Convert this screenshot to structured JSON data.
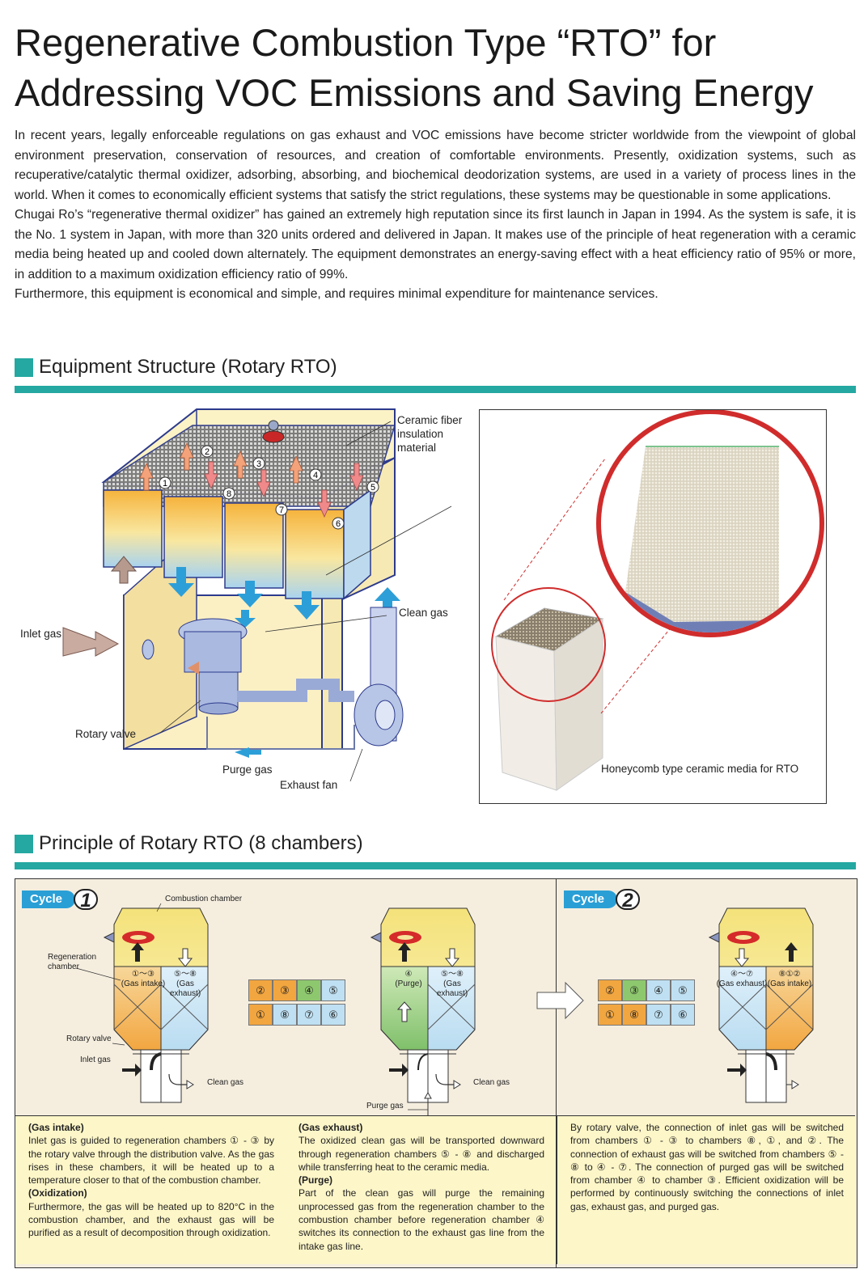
{
  "title": {
    "line1": "Regenerative Combustion Type “RTO” for",
    "line2": "Addressing VOC Emissions and Saving Energy"
  },
  "intro": {
    "p1": "In recent years, legally enforceable regulations on gas exhaust and VOC emissions have become stricter worldwide from the viewpoint of global environment preservation, conservation of resources, and creation of comfortable environments. Presently, oxidization systems, such as recuperative/catalytic thermal oxidizer, adsorbing, absorbing, and biochemical deodorization systems, are used in a variety of process lines in the world. When it comes to economically efficient systems that satisfy the strict regulations, these systems may be questionable in some applications.",
    "p2": "Chugai Ro’s “regenerative thermal oxidizer” has gained an extremely high reputation since its first launch in Japan in 1994. As the system is safe, it is the No. 1 system in Japan, with more than 320 units ordered and delivered in Japan. It makes use of the principle of heat regeneration with a ceramic media being heated up and cooled down alternately. The equipment demonstrates an energy-saving effect with a heat efficiency ratio of 95% or more, in addition to a maximum oxidization efficiency ratio of 99%.",
    "p3": "Furthermore, this equipment is economical and simple, and requires minimal expenditure for maintenance services."
  },
  "structure": {
    "heading": "Equipment Structure (Rotary RTO)",
    "labels": {
      "ceramic_1": "Ceramic fiber",
      "ceramic_2": "insulation",
      "ceramic_3": "material",
      "clean_gas": "Clean gas",
      "inlet_gas": "Inlet gas",
      "rotary_valve": "Rotary valve",
      "purge_gas": "Purge gas",
      "exhaust_fan": "Exhaust fan"
    },
    "chamber_numbers": [
      "1",
      "2",
      "3",
      "4",
      "5",
      "6",
      "7",
      "8"
    ],
    "photo_caption": "Honeycomb type ceramic media for RTO"
  },
  "principle": {
    "heading": "Principle of Rotary RTO (8 chambers)",
    "cycle_label": "Cycle",
    "cycle1_num": "1",
    "cycle2_num": "2",
    "labels": {
      "combustion_chamber": "Combustion chamber",
      "regeneration_1": "Regeneration",
      "regeneration_2": "chamber",
      "rotary_valve": "Rotary valve",
      "inlet_gas": "Inlet gas",
      "clean_gas": "Clean gas",
      "purge_gas": "Purge gas"
    },
    "diagramA": {
      "left_num": "①～③",
      "left_name": "(Gas intake)",
      "right_num": "⑤～⑧",
      "right_name": "(Gas exhaust)"
    },
    "diagramB": {
      "left_num": "④",
      "left_name": "(Purge)",
      "right_num": "⑤～⑧",
      "right_name": "(Gas exhaust)"
    },
    "diagramC": {
      "left_num": "④～⑦",
      "left_name": "(Gas exhaust)",
      "right_num": "⑧①②",
      "right_name": "(Gas intake)"
    },
    "grid1": {
      "top": [
        "②",
        "③",
        "④",
        "⑤"
      ],
      "bottom": [
        "①",
        "⑧",
        "⑦",
        "⑥"
      ]
    },
    "grid2": {
      "top": [
        "②",
        "③",
        "④",
        "⑤"
      ],
      "bottom": [
        "①",
        "⑧",
        "⑦",
        "⑥"
      ]
    },
    "colors": {
      "intake": "#f2a640",
      "exhaust": "#bfe0f2",
      "purge": "#8ec86e"
    }
  },
  "descriptions": {
    "col1": {
      "h1": "(Gas intake)",
      "t1a": "Inlet gas is guided to regeneration chambers ① - ③ by the rotary valve through the distribution valve. As the gas rises in these chambers, it will be heated up to a temperature closer to that of the combustion chamber.",
      "h2": "(Oxidization)",
      "t2": "Furthermore, the gas will be heated up to 820°C in the combustion chamber, and the exhaust gas will be purified as a result of decomposition through oxidization."
    },
    "col2": {
      "h1": "(Gas exhaust)",
      "t1": "The oxidized clean gas will be transported downward through regeneration chambers ⑤ - ⑧ and discharged while transferring heat to the ceramic media.",
      "h2": "(Purge)",
      "t2": "Part of the clean gas will purge the remaining unprocessed gas from the regeneration chamber to the combustion chamber before regeneration chamber ④ switches its connection to the exhaust gas line from the intake gas line."
    },
    "col3": {
      "t1": "By rotary valve, the connection of inlet gas will be switched from chambers ① - ③ to chambers ⑧, ①, and ②. The connection of exhaust gas will be switched from chambers ⑤ - ⑧ to ④ - ⑦. The connection of purged gas will be switched from chamber ④ to chamber ③. Efficient oxidization will be performed by continuously switching the connections of inlet gas, exhaust gas, and purged gas."
    }
  }
}
